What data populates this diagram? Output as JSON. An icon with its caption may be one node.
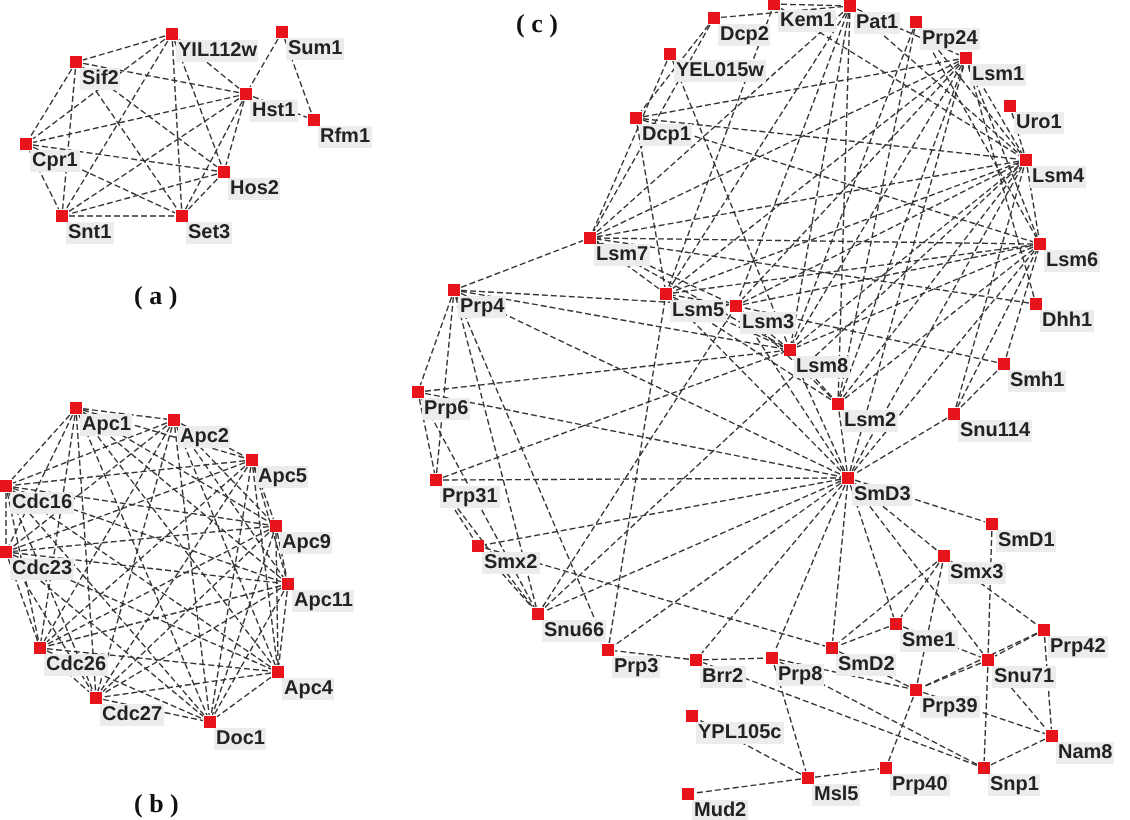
{
  "diagram": {
    "nodes": [
      {
        "text": [
          "YIL112w"
        ]
      },
      {
        "text": [
          "Sif2"
        ]
      },
      {
        "text": [
          "Sum1"
        ]
      },
      {
        "text": [
          "Hst1"
        ]
      },
      {
        "text": [
          "Rfm1"
        ]
      },
      {
        "text": [
          "Cpr1"
        ]
      },
      {
        "text": [
          "Hos2"
        ]
      },
      {
        "text": [
          "Snt1"
        ]
      },
      {
        "text": [
          "Set3"
        ]
      },
      {
        "text": [
          "Apc1"
        ]
      },
      {
        "text": [
          "Apc2"
        ]
      },
      {
        "text": [
          "Apc5"
        ]
      },
      {
        "text": [
          "Cdc16"
        ]
      },
      {
        "text": [
          "Apc9"
        ]
      },
      {
        "text": [
          "Cdc23"
        ]
      },
      {
        "text": [
          "Apc11"
        ]
      },
      {
        "text": [
          "Cdc26"
        ]
      },
      {
        "text": [
          "Apc4"
        ]
      },
      {
        "text": [
          "Cdc27"
        ]
      },
      {
        "text": [
          "Doc1"
        ]
      },
      {
        "text": [
          "Kem1"
        ]
      },
      {
        "text": [
          "Pat1"
        ]
      },
      {
        "text": [
          "Dcp2"
        ]
      },
      {
        "text": [
          "Prp24"
        ]
      },
      {
        "text": [
          "YEL015w"
        ]
      },
      {
        "text": [
          "Lsm1"
        ]
      },
      {
        "text": [
          "Uro1"
        ]
      },
      {
        "text": [
          "Dcp1"
        ]
      },
      {
        "text": [
          "Lsm4"
        ]
      },
      {
        "text": [
          "Lsm7"
        ]
      },
      {
        "text": [
          "Lsm6"
        ]
      },
      {
        "text": [
          "Lsm5"
        ]
      },
      {
        "text": [
          "Prp4"
        ]
      },
      {
        "text": [
          "Lsm3"
        ]
      },
      {
        "text": [
          "Dhh1"
        ]
      },
      {
        "text": [
          "Lsm8"
        ]
      },
      {
        "text": [
          "Smh1"
        ]
      },
      {
        "text": [
          "Prp6"
        ]
      },
      {
        "text": [
          "Lsm2"
        ]
      },
      {
        "text": [
          "Snu114"
        ]
      },
      {
        "text": [
          "Prp31"
        ]
      },
      {
        "text": [
          "SmD3"
        ]
      },
      {
        "text": [
          "SmD1"
        ]
      },
      {
        "text": [
          "Smx2"
        ]
      },
      {
        "text": [
          "Smx3"
        ]
      },
      {
        "text": [
          "Snu66"
        ]
      },
      {
        "text": [
          "Sme1"
        ]
      },
      {
        "text": [
          "Prp42"
        ]
      },
      {
        "text": [
          "Prp3"
        ]
      },
      {
        "text": [
          "SmD2"
        ]
      },
      {
        "text": [
          "Brr2"
        ]
      },
      {
        "text": [
          "Prp8"
        ]
      },
      {
        "text": [
          "Snu71"
        ]
      },
      {
        "text": [
          "Prp39"
        ]
      },
      {
        "text": [
          "YPL105c"
        ]
      },
      {
        "text": [
          "Nam8"
        ]
      },
      {
        "text": [
          "Prp40"
        ]
      },
      {
        "text": [
          "Snp1"
        ]
      },
      {
        "text": [
          "Msl5"
        ]
      },
      {
        "text": [
          "Mud2"
        ]
      }
    ],
    "edges": [
      {
        "from": 0,
        "to": 1,
        "arrow": "none"
      },
      {
        "from": 0,
        "to": 3,
        "arrow": "none"
      },
      {
        "from": 0,
        "to": 5,
        "arrow": "none"
      },
      {
        "from": 0,
        "to": 6,
        "arrow": "none"
      },
      {
        "from": 0,
        "to": 7,
        "arrow": "none"
      },
      {
        "from": 0,
        "to": 8,
        "arrow": "none"
      },
      {
        "from": 1,
        "to": 3,
        "arrow": "none"
      },
      {
        "from": 1,
        "to": 5,
        "arrow": "none"
      },
      {
        "from": 1,
        "to": 6,
        "arrow": "none"
      },
      {
        "from": 1,
        "to": 7,
        "arrow": "none"
      },
      {
        "from": 1,
        "to": 8,
        "arrow": "none"
      },
      {
        "from": 3,
        "to": 5,
        "arrow": "none"
      },
      {
        "from": 3,
        "to": 6,
        "arrow": "none"
      },
      {
        "from": 3,
        "to": 7,
        "arrow": "none"
      },
      {
        "from": 3,
        "to": 8,
        "arrow": "none"
      },
      {
        "from": 5,
        "to": 6,
        "arrow": "none"
      },
      {
        "from": 5,
        "to": 7,
        "arrow": "none"
      },
      {
        "from": 5,
        "to": 8,
        "arrow": "none"
      },
      {
        "from": 6,
        "to": 7,
        "arrow": "none"
      },
      {
        "from": 6,
        "to": 8,
        "arrow": "none"
      },
      {
        "from": 7,
        "to": 8,
        "arrow": "none"
      },
      {
        "from": 2,
        "to": 3,
        "arrow": "none"
      },
      {
        "from": 2,
        "to": 4,
        "arrow": "none"
      },
      {
        "from": 3,
        "to": 4,
        "arrow": "none"
      },
      {
        "from": 9,
        "to": 10,
        "arrow": "none"
      },
      {
        "from": 9,
        "to": 11,
        "arrow": "none"
      },
      {
        "from": 9,
        "to": 12,
        "arrow": "none"
      },
      {
        "from": 9,
        "to": 13,
        "arrow": "none"
      },
      {
        "from": 9,
        "to": 14,
        "arrow": "none"
      },
      {
        "from": 9,
        "to": 15,
        "arrow": "none"
      },
      {
        "from": 9,
        "to": 16,
        "arrow": "none"
      },
      {
        "from": 9,
        "to": 17,
        "arrow": "none"
      },
      {
        "from": 9,
        "to": 18,
        "arrow": "none"
      },
      {
        "from": 9,
        "to": 19,
        "arrow": "none"
      },
      {
        "from": 10,
        "to": 11,
        "arrow": "none"
      },
      {
        "from": 10,
        "to": 12,
        "arrow": "none"
      },
      {
        "from": 10,
        "to": 13,
        "arrow": "none"
      },
      {
        "from": 10,
        "to": 14,
        "arrow": "none"
      },
      {
        "from": 10,
        "to": 15,
        "arrow": "none"
      },
      {
        "from": 10,
        "to": 16,
        "arrow": "none"
      },
      {
        "from": 10,
        "to": 17,
        "arrow": "none"
      },
      {
        "from": 10,
        "to": 18,
        "arrow": "none"
      },
      {
        "from": 10,
        "to": 19,
        "arrow": "none"
      },
      {
        "from": 11,
        "to": 12,
        "arrow": "none"
      },
      {
        "from": 11,
        "to": 13,
        "arrow": "none"
      },
      {
        "from": 11,
        "to": 14,
        "arrow": "none"
      },
      {
        "from": 11,
        "to": 15,
        "arrow": "none"
      },
      {
        "from": 11,
        "to": 16,
        "arrow": "none"
      },
      {
        "from": 11,
        "to": 17,
        "arrow": "none"
      },
      {
        "from": 11,
        "to": 18,
        "arrow": "none"
      },
      {
        "from": 11,
        "to": 19,
        "arrow": "none"
      },
      {
        "from": 12,
        "to": 13,
        "arrow": "none"
      },
      {
        "from": 12,
        "to": 14,
        "arrow": "none"
      },
      {
        "from": 12,
        "to": 15,
        "arrow": "none"
      },
      {
        "from": 12,
        "to": 16,
        "arrow": "none"
      },
      {
        "from": 12,
        "to": 17,
        "arrow": "none"
      },
      {
        "from": 12,
        "to": 18,
        "arrow": "none"
      },
      {
        "from": 12,
        "to": 19,
        "arrow": "none"
      },
      {
        "from": 13,
        "to": 14,
        "arrow": "none"
      },
      {
        "from": 13,
        "to": 15,
        "arrow": "none"
      },
      {
        "from": 13,
        "to": 16,
        "arrow": "none"
      },
      {
        "from": 13,
        "to": 17,
        "arrow": "none"
      },
      {
        "from": 13,
        "to": 18,
        "arrow": "none"
      },
      {
        "from": 13,
        "to": 19,
        "arrow": "none"
      },
      {
        "from": 14,
        "to": 15,
        "arrow": "none"
      },
      {
        "from": 14,
        "to": 16,
        "arrow": "none"
      },
      {
        "from": 14,
        "to": 17,
        "arrow": "none"
      },
      {
        "from": 14,
        "to": 18,
        "arrow": "none"
      },
      {
        "from": 14,
        "to": 19,
        "arrow": "none"
      },
      {
        "from": 15,
        "to": 16,
        "arrow": "none"
      },
      {
        "from": 15,
        "to": 17,
        "arrow": "none"
      },
      {
        "from": 15,
        "to": 18,
        "arrow": "none"
      },
      {
        "from": 15,
        "to": 19,
        "arrow": "none"
      },
      {
        "from": 16,
        "to": 17,
        "arrow": "none"
      },
      {
        "from": 16,
        "to": 18,
        "arrow": "none"
      },
      {
        "from": 16,
        "to": 19,
        "arrow": "none"
      },
      {
        "from": 17,
        "to": 18,
        "arrow": "none"
      },
      {
        "from": 17,
        "to": 19,
        "arrow": "none"
      },
      {
        "from": 18,
        "to": 19,
        "arrow": "none"
      },
      {
        "from": 25,
        "to": 38,
        "arrow": "none"
      },
      {
        "from": 25,
        "to": 33,
        "arrow": "none"
      },
      {
        "from": 25,
        "to": 28,
        "arrow": "none"
      },
      {
        "from": 25,
        "to": 31,
        "arrow": "none"
      },
      {
        "from": 25,
        "to": 30,
        "arrow": "none"
      },
      {
        "from": 25,
        "to": 29,
        "arrow": "none"
      },
      {
        "from": 25,
        "to": 35,
        "arrow": "none"
      },
      {
        "from": 38,
        "to": 33,
        "arrow": "none"
      },
      {
        "from": 38,
        "to": 28,
        "arrow": "none"
      },
      {
        "from": 38,
        "to": 31,
        "arrow": "none"
      },
      {
        "from": 38,
        "to": 30,
        "arrow": "none"
      },
      {
        "from": 38,
        "to": 35,
        "arrow": "none"
      },
      {
        "from": 33,
        "to": 28,
        "arrow": "none"
      },
      {
        "from": 33,
        "to": 31,
        "arrow": "none"
      },
      {
        "from": 33,
        "to": 30,
        "arrow": "none"
      },
      {
        "from": 33,
        "to": 29,
        "arrow": "none"
      },
      {
        "from": 33,
        "to": 35,
        "arrow": "none"
      },
      {
        "from": 28,
        "to": 31,
        "arrow": "none"
      },
      {
        "from": 28,
        "to": 30,
        "arrow": "none"
      },
      {
        "from": 28,
        "to": 29,
        "arrow": "none"
      },
      {
        "from": 28,
        "to": 35,
        "arrow": "none"
      },
      {
        "from": 31,
        "to": 30,
        "arrow": "none"
      },
      {
        "from": 31,
        "to": 29,
        "arrow": "none"
      },
      {
        "from": 31,
        "to": 35,
        "arrow": "none"
      },
      {
        "from": 30,
        "to": 29,
        "arrow": "none"
      },
      {
        "from": 30,
        "to": 35,
        "arrow": "none"
      },
      {
        "from": 29,
        "to": 35,
        "arrow": "none"
      },
      {
        "from": 21,
        "to": 25,
        "arrow": "none"
      },
      {
        "from": 21,
        "to": 28,
        "arrow": "none"
      },
      {
        "from": 21,
        "to": 29,
        "arrow": "none"
      },
      {
        "from": 21,
        "to": 31,
        "arrow": "none"
      },
      {
        "from": 21,
        "to": 33,
        "arrow": "none"
      },
      {
        "from": 21,
        "to": 35,
        "arrow": "none"
      },
      {
        "from": 21,
        "to": 38,
        "arrow": "none"
      },
      {
        "from": 20,
        "to": 21,
        "arrow": "none"
      },
      {
        "from": 20,
        "to": 31,
        "arrow": "none"
      },
      {
        "from": 20,
        "to": 28,
        "arrow": "none"
      },
      {
        "from": 22,
        "to": 27,
        "arrow": "none"
      },
      {
        "from": 22,
        "to": 21,
        "arrow": "none"
      },
      {
        "from": 22,
        "to": 29,
        "arrow": "none"
      },
      {
        "from": 24,
        "to": 35,
        "arrow": "none"
      },
      {
        "from": 24,
        "to": 29,
        "arrow": "none"
      },
      {
        "from": 27,
        "to": 25,
        "arrow": "none"
      },
      {
        "from": 27,
        "to": 28,
        "arrow": "none"
      },
      {
        "from": 27,
        "to": 31,
        "arrow": "none"
      },
      {
        "from": 27,
        "to": 30,
        "arrow": "none"
      },
      {
        "from": 23,
        "to": 35,
        "arrow": "none"
      },
      {
        "from": 23,
        "to": 30,
        "arrow": "none"
      },
      {
        "from": 23,
        "to": 28,
        "arrow": "none"
      },
      {
        "from": 23,
        "to": 38,
        "arrow": "none"
      },
      {
        "from": 26,
        "to": 28,
        "arrow": "none"
      },
      {
        "from": 34,
        "to": 29,
        "arrow": "none"
      },
      {
        "from": 34,
        "to": 25,
        "arrow": "none"
      },
      {
        "from": 36,
        "to": 30,
        "arrow": "none"
      },
      {
        "from": 36,
        "to": 33,
        "arrow": "none"
      },
      {
        "from": 39,
        "to": 30,
        "arrow": "none"
      },
      {
        "from": 39,
        "to": 28,
        "arrow": "none"
      },
      {
        "from": 39,
        "to": 36,
        "arrow": "none"
      },
      {
        "from": 39,
        "to": 41,
        "arrow": "none"
      },
      {
        "from": 32,
        "to": 29,
        "arrow": "none"
      },
      {
        "from": 32,
        "to": 33,
        "arrow": "none"
      },
      {
        "from": 32,
        "to": 35,
        "arrow": "none"
      },
      {
        "from": 32,
        "to": 37,
        "arrow": "none"
      },
      {
        "from": 32,
        "to": 40,
        "arrow": "none"
      },
      {
        "from": 32,
        "to": 41,
        "arrow": "none"
      },
      {
        "from": 32,
        "to": 48,
        "arrow": "none"
      },
      {
        "from": 32,
        "to": 45,
        "arrow": "none"
      },
      {
        "from": 37,
        "to": 40,
        "arrow": "none"
      },
      {
        "from": 37,
        "to": 35,
        "arrow": "none"
      },
      {
        "from": 37,
        "to": 41,
        "arrow": "none"
      },
      {
        "from": 37,
        "to": 45,
        "arrow": "none"
      },
      {
        "from": 40,
        "to": 41,
        "arrow": "none"
      },
      {
        "from": 40,
        "to": 43,
        "arrow": "none"
      },
      {
        "from": 40,
        "to": 45,
        "arrow": "none"
      },
      {
        "from": 40,
        "to": 35,
        "arrow": "none"
      },
      {
        "from": 41,
        "to": 35,
        "arrow": "none"
      },
      {
        "from": 41,
        "to": 38,
        "arrow": "none"
      },
      {
        "from": 41,
        "to": 33,
        "arrow": "none"
      },
      {
        "from": 41,
        "to": 31,
        "arrow": "none"
      },
      {
        "from": 41,
        "to": 28,
        "arrow": "none"
      },
      {
        "from": 41,
        "to": 30,
        "arrow": "none"
      },
      {
        "from": 41,
        "to": 25,
        "arrow": "none"
      },
      {
        "from": 41,
        "to": 42,
        "arrow": "none"
      },
      {
        "from": 41,
        "to": 44,
        "arrow": "none"
      },
      {
        "from": 41,
        "to": 46,
        "arrow": "none"
      },
      {
        "from": 41,
        "to": 49,
        "arrow": "none"
      },
      {
        "from": 41,
        "to": 51,
        "arrow": "none"
      },
      {
        "from": 41,
        "to": 50,
        "arrow": "none"
      },
      {
        "from": 41,
        "to": 45,
        "arrow": "none"
      },
      {
        "from": 41,
        "to": 48,
        "arrow": "none"
      },
      {
        "from": 41,
        "to": 43,
        "arrow": "none"
      },
      {
        "from": 41,
        "to": 52,
        "arrow": "none"
      },
      {
        "from": 42,
        "to": 52,
        "arrow": "none"
      },
      {
        "from": 44,
        "to": 46,
        "arrow": "none"
      },
      {
        "from": 44,
        "to": 49,
        "arrow": "none"
      },
      {
        "from": 44,
        "to": 53,
        "arrow": "none"
      },
      {
        "from": 44,
        "to": 47,
        "arrow": "none"
      },
      {
        "from": 46,
        "to": 49,
        "arrow": "none"
      },
      {
        "from": 46,
        "to": 52,
        "arrow": "none"
      },
      {
        "from": 43,
        "to": 49,
        "arrow": "none"
      },
      {
        "from": 43,
        "to": 45,
        "arrow": "none"
      },
      {
        "from": 49,
        "to": 53,
        "arrow": "none"
      },
      {
        "from": 47,
        "to": 52,
        "arrow": "none"
      },
      {
        "from": 47,
        "to": 55,
        "arrow": "none"
      },
      {
        "from": 47,
        "to": 53,
        "arrow": "none"
      },
      {
        "from": 52,
        "to": 55,
        "arrow": "none"
      },
      {
        "from": 52,
        "to": 57,
        "arrow": "none"
      },
      {
        "from": 52,
        "to": 53,
        "arrow": "none"
      },
      {
        "from": 53,
        "to": 55,
        "arrow": "none"
      },
      {
        "from": 53,
        "to": 56,
        "arrow": "none"
      },
      {
        "from": 57,
        "to": 55,
        "arrow": "none"
      },
      {
        "from": 57,
        "to": 51,
        "arrow": "none"
      },
      {
        "from": 57,
        "to": 50,
        "arrow": "none"
      },
      {
        "from": 50,
        "to": 48,
        "arrow": "none"
      },
      {
        "from": 50,
        "to": 51,
        "arrow": "none"
      },
      {
        "from": 51,
        "to": 58,
        "arrow": "none"
      },
      {
        "from": 51,
        "to": 53,
        "arrow": "none"
      },
      {
        "from": 58,
        "to": 59,
        "arrow": "none"
      },
      {
        "from": 58,
        "to": 56,
        "arrow": "none"
      },
      {
        "from": 58,
        "to": 54,
        "arrow": "none"
      },
      {
        "from": 45,
        "to": 33,
        "arrow": "none"
      },
      {
        "from": 48,
        "to": 31,
        "arrow": "none"
      },
      {
        "from": 45,
        "to": 28,
        "arrow": "none"
      }
    ],
    "labels": [
      "( a )",
      "( b )",
      "( c )"
    ]
  }
}
